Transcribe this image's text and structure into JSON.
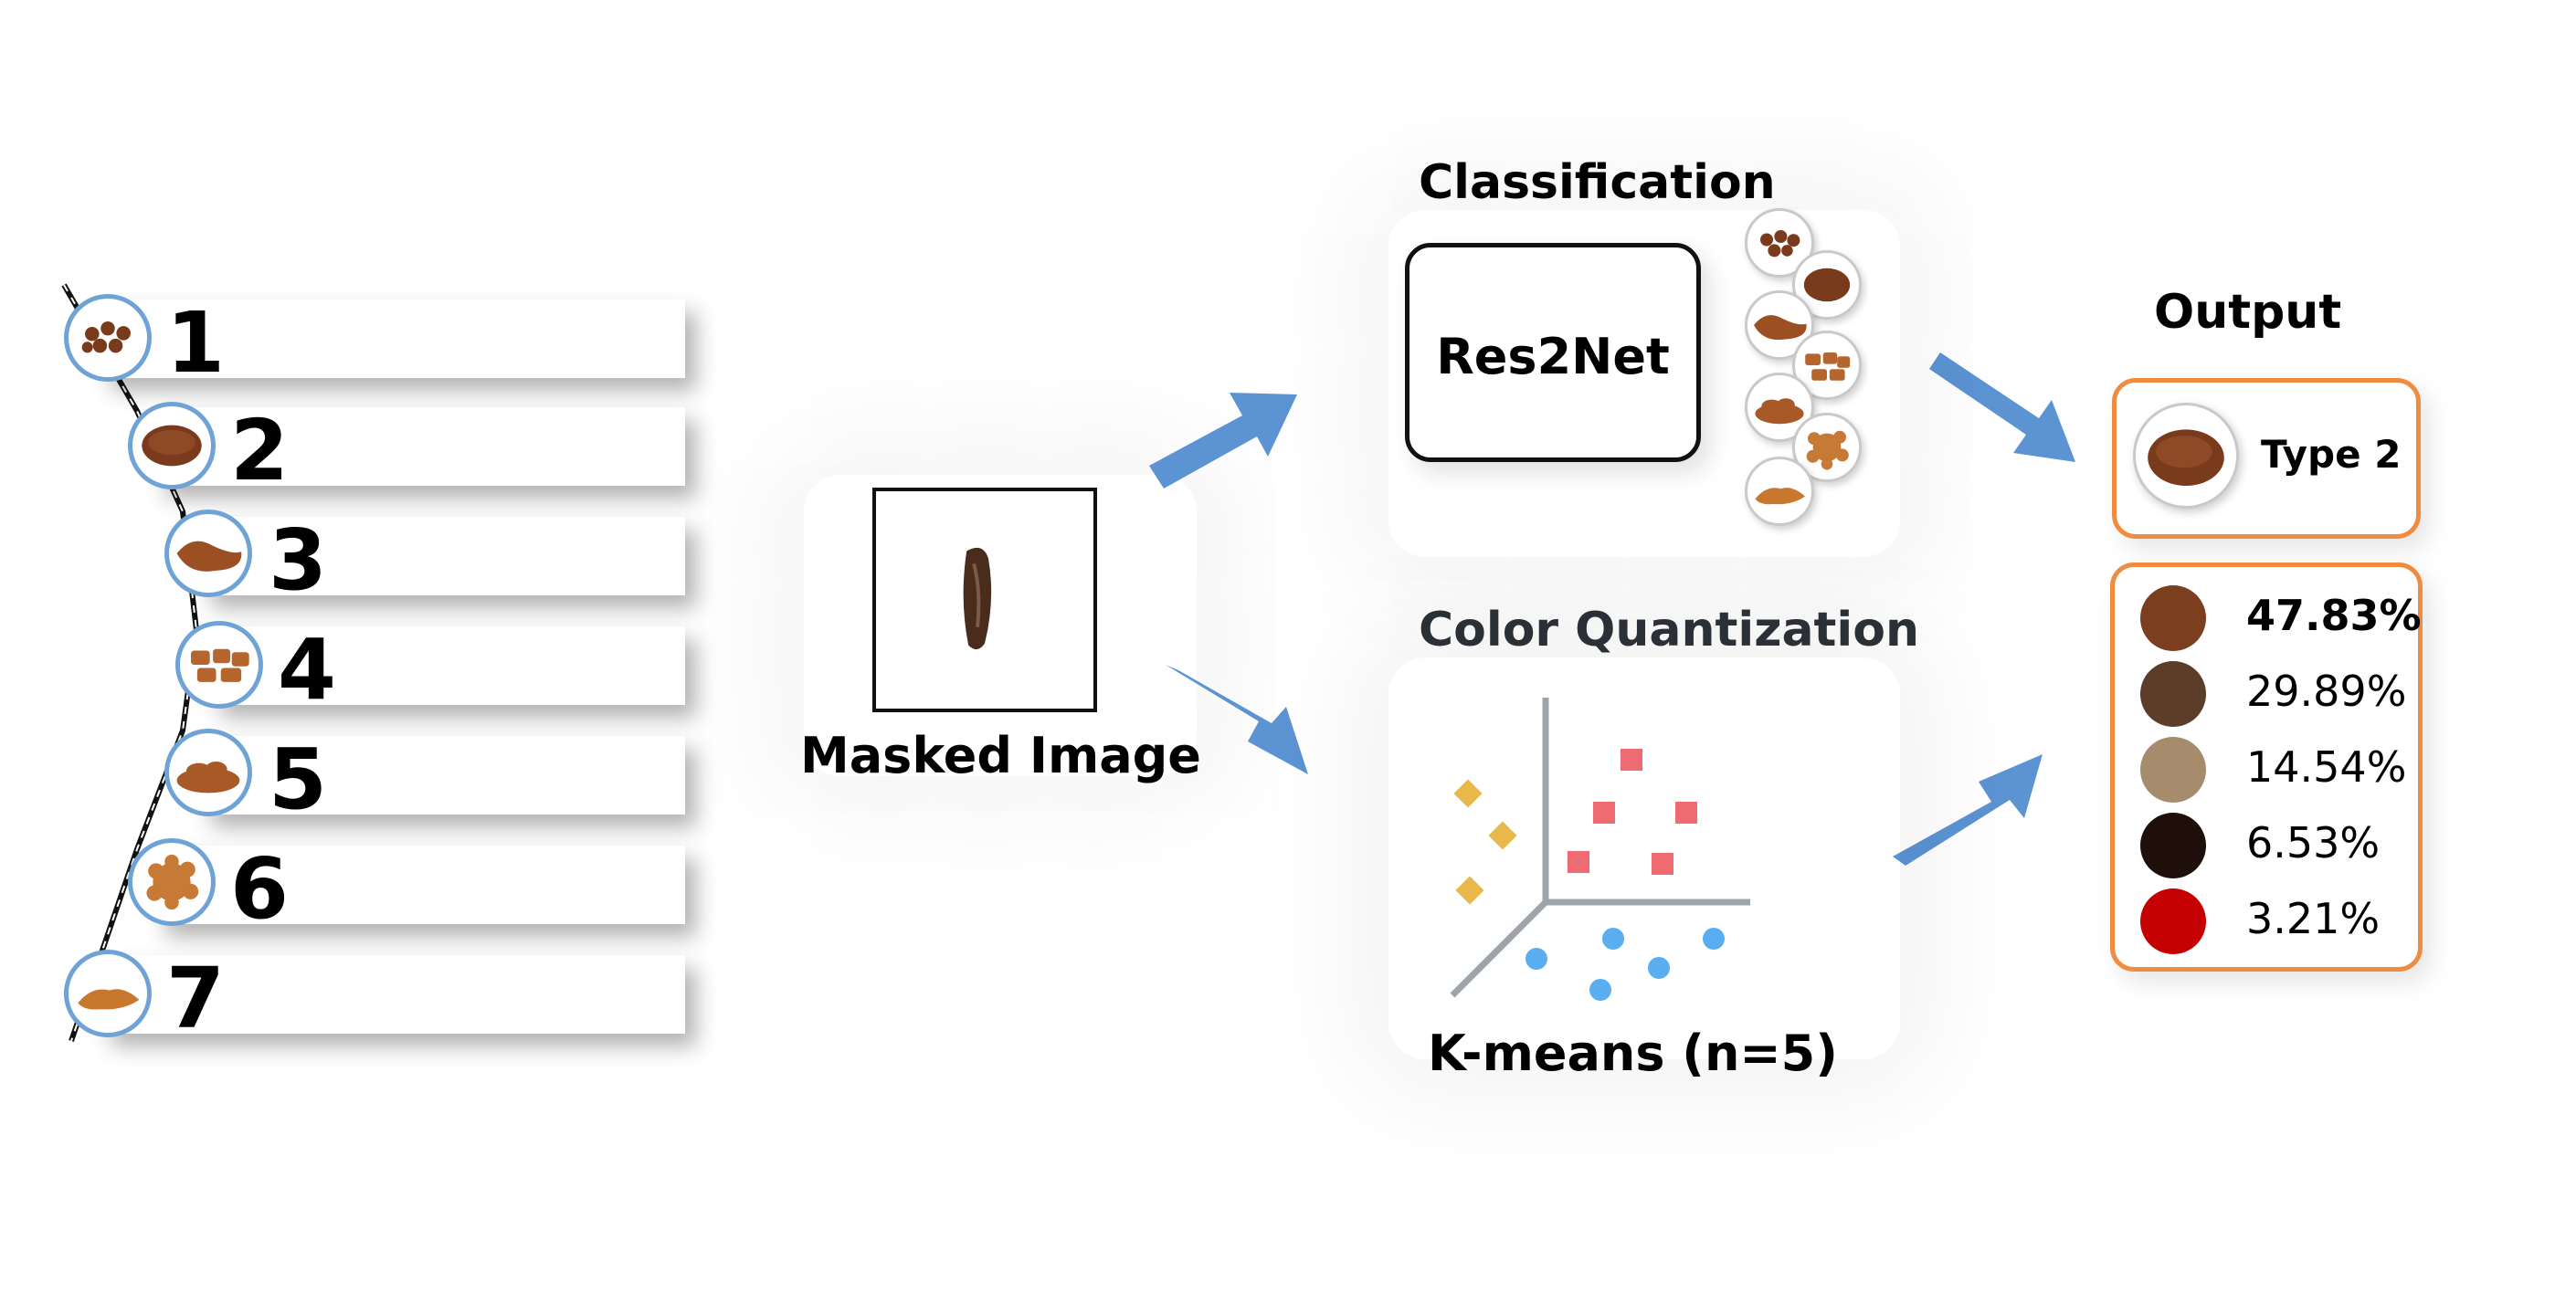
{
  "scale": {
    "items": [
      {
        "number": "1"
      },
      {
        "number": "2"
      },
      {
        "number": "3"
      },
      {
        "number": "4"
      },
      {
        "number": "5"
      },
      {
        "number": "6"
      },
      {
        "number": "7"
      }
    ],
    "accent_color": "#6fa3d6",
    "stool_color": "#a0522d"
  },
  "masked_image": {
    "label": "Masked Image"
  },
  "classification": {
    "title": "Classification",
    "model_name": "Res2Net"
  },
  "color_quantization": {
    "title": "Color Quantization",
    "method_label": "K-means (n=5)",
    "cluster_colors": [
      "#e8b84a",
      "#ef6b72",
      "#5aaef0"
    ]
  },
  "output": {
    "title": "Output",
    "type_label": "Type 2",
    "box_color": "#ef8c3f",
    "colors": [
      {
        "swatch": "#7b3e1e",
        "percent": "47.83%",
        "bold": true
      },
      {
        "swatch": "#5b3d29",
        "percent": "29.89%",
        "bold": false
      },
      {
        "swatch": "#a68b6c",
        "percent": "14.54%",
        "bold": false
      },
      {
        "swatch": "#1e0f0b",
        "percent": "6.53%",
        "bold": false
      },
      {
        "swatch": "#c50000",
        "percent": "3.21%",
        "bold": false
      }
    ]
  },
  "arrow_color": "#5b93d3"
}
